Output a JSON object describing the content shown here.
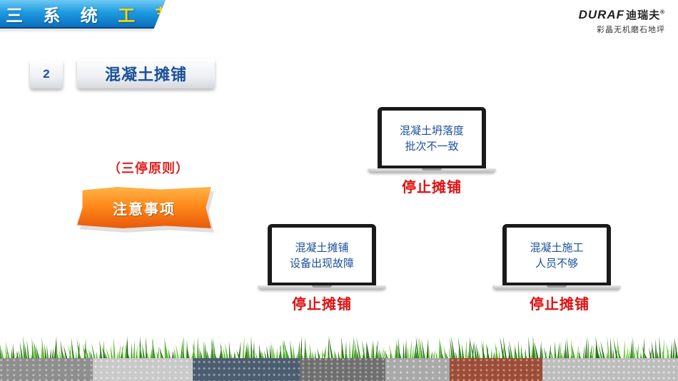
{
  "banner": {
    "title_white": "三 系 统 ",
    "title_gold": "工 艺"
  },
  "brand": {
    "logo_latin": "DURAF",
    "logo_cn": "迪瑞夫",
    "registered": "®",
    "subtitle": "彩晶无机磨石地坪"
  },
  "section": {
    "number": "2",
    "title": "混凝土摊铺"
  },
  "notes": {
    "principle": "（三停原则）",
    "notice": "注意事项"
  },
  "laptops": [
    {
      "line1": "混凝土坍落度",
      "line2": "批次不一致",
      "label": "停止摊铺"
    },
    {
      "line1": "混凝土摊铺",
      "line2": "设备出现故障",
      "label": "停止摊铺"
    },
    {
      "line1": "混凝土施工",
      "line2": "人员不够",
      "label": "停止摊铺"
    }
  ],
  "colors": {
    "accent_blue": "#1b4f9a",
    "stop_red": "#e01010",
    "notice_orange": "#ff8a1a",
    "banner_blue": "#1e9be0",
    "grass_green": "#3f9a23"
  },
  "icons": [
    "laptop-icon"
  ]
}
